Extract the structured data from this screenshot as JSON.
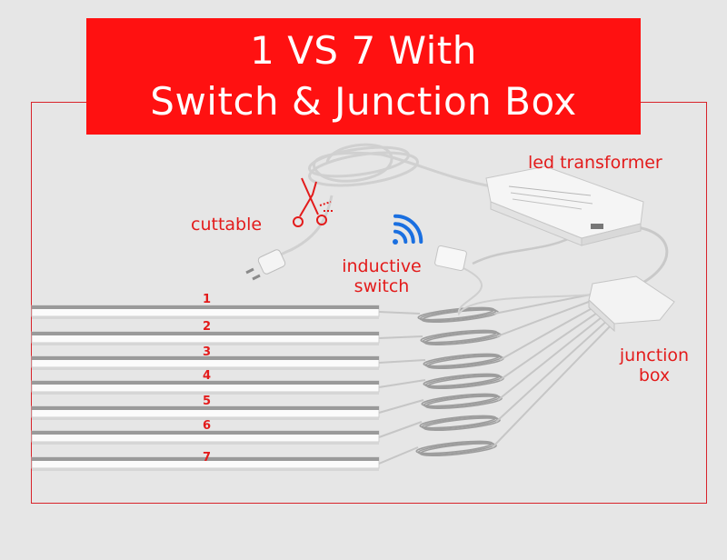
{
  "title": {
    "line1": "1 VS 7 With",
    "line2": "Switch & Junction Box"
  },
  "labels": {
    "cuttable": "cuttable",
    "led_transformer": "led transformer",
    "inductive_line1": "inductive",
    "inductive_line2": "switch",
    "junction_line1": "junction",
    "junction_line2": "box"
  },
  "strip_numbers": [
    "1",
    "2",
    "3",
    "4",
    "5",
    "6",
    "7"
  ],
  "colors": {
    "title_bg": "#ff1111",
    "accent": "#e31b1b",
    "wifi": "#1a6fe0"
  },
  "icons": [
    "scissors-icon",
    "wifi-signal-icon",
    "power-plug-icon"
  ]
}
